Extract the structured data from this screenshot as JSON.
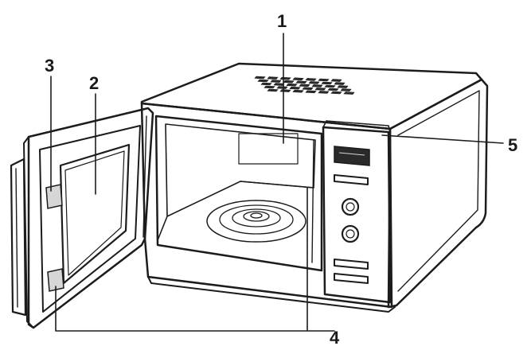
{
  "diagram": {
    "callouts": [
      {
        "id": "1",
        "label": "1"
      },
      {
        "id": "2",
        "label": "2"
      },
      {
        "id": "3",
        "label": "3"
      },
      {
        "id": "4",
        "label": "4"
      },
      {
        "id": "5",
        "label": "5"
      }
    ],
    "colors": {
      "line": "#1c1c1c",
      "body_fill": "#ffffff",
      "shade": "#d6d6d6",
      "dark": "#2a2a2a",
      "background": "#ffffff"
    }
  }
}
